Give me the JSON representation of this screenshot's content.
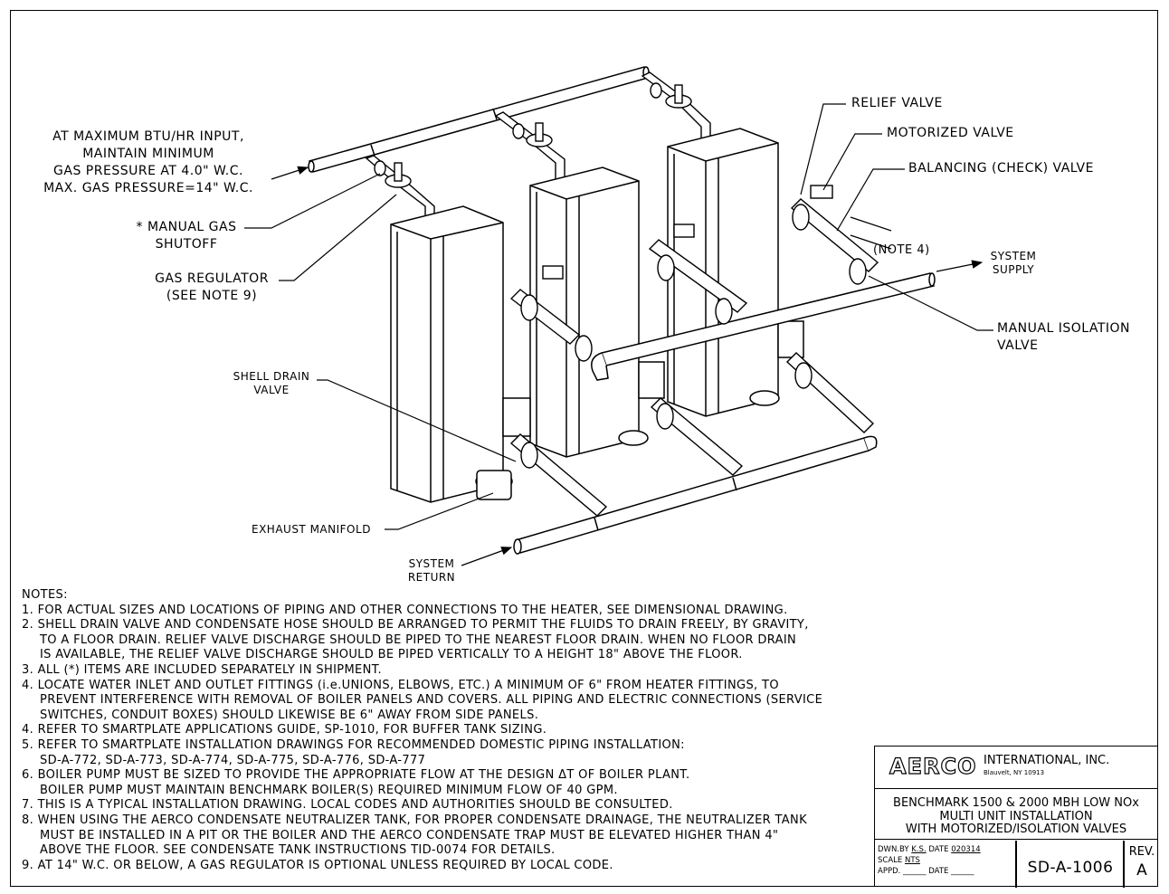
{
  "callouts": {
    "gas_pressure": [
      "AT MAXIMUM BTU/HR INPUT,",
      "MAINTAIN MINIMUM",
      "GAS PRESSURE AT 4.0\" W.C.",
      "MAX. GAS PRESSURE=14\" W.C."
    ],
    "manual_gas_shutoff": [
      "* MANUAL GAS",
      "SHUTOFF"
    ],
    "gas_regulator": [
      "GAS REGULATOR",
      "(SEE NOTE 9)"
    ],
    "shell_drain_valve": [
      "SHELL DRAIN",
      "VALVE"
    ],
    "exhaust_manifold": "EXHAUST MANIFOLD",
    "system_return": [
      "SYSTEM",
      "RETURN"
    ],
    "relief_valve": "RELIEF VALVE",
    "motorized_valve": "MOTORIZED VALVE",
    "balancing_valve": "BALANCING (CHECK) VALVE",
    "note4": "(NOTE 4)",
    "system_supply": [
      "SYSTEM",
      "SUPPLY"
    ],
    "manual_isolation_valve": [
      "MANUAL ISOLATION",
      "VALVE"
    ]
  },
  "notes": {
    "heading": "NOTES:",
    "lines": [
      "1. FOR ACTUAL SIZES AND LOCATIONS OF PIPING AND OTHER CONNECTIONS TO THE HEATER, SEE DIMENSIONAL DRAWING.",
      "2. SHELL DRAIN VALVE AND CONDENSATE HOSE SHOULD BE ARRANGED TO PERMIT THE FLUIDS TO DRAIN FREELY, BY GRAVITY,",
      "TO A FLOOR DRAIN. RELIEF VALVE DISCHARGE SHOULD BE PIPED TO THE NEAREST FLOOR DRAIN. WHEN NO FLOOR DRAIN",
      "IS AVAILABLE, THE RELIEF VALVE DISCHARGE SHOULD BE PIPED VERTICALLY TO A HEIGHT 18\" ABOVE THE FLOOR.",
      "3. ALL (*) ITEMS ARE INCLUDED SEPARATELY IN SHIPMENT.",
      "4. LOCATE WATER INLET AND OUTLET FITTINGS (i.e.UNIONS, ELBOWS, ETC.) A MINIMUM OF 6\" FROM HEATER FITTINGS, TO",
      "PREVENT INTERFERENCE WITH REMOVAL OF BOILER PANELS AND COVERS. ALL PIPING AND ELECTRIC CONNECTIONS (SERVICE",
      "SWITCHES, CONDUIT BOXES) SHOULD LIKEWISE BE 6\" AWAY FROM SIDE PANELS.",
      "4. REFER TO SMARTPLATE APPLICATIONS GUIDE, SP-1010, FOR BUFFER TANK SIZING.",
      "5. REFER TO SMARTPLATE INSTALLATION DRAWINGS FOR RECOMMENDED DOMESTIC PIPING INSTALLATION:",
      "SD-A-772, SD-A-773, SD-A-774, SD-A-775, SD-A-776, SD-A-777",
      "6. BOILER PUMP MUST BE SIZED TO PROVIDE THE APPROPRIATE FLOW AT THE DESIGN ΔT OF BOILER PLANT.",
      "BOILER PUMP MUST MAINTAIN BENCHMARK BOILER(S) REQUIRED MINIMUM FLOW OF 40 GPM.",
      "7. THIS IS A TYPICAL INSTALLATION DRAWING. LOCAL CODES AND AUTHORITIES SHOULD BE CONSULTED.",
      "8. WHEN USING THE AERCO CONDENSATE NEUTRALIZER TANK, FOR PROPER CONDENSATE DRAINAGE, THE NEUTRALIZER TANK",
      "MUST BE INSTALLED IN A PIT OR THE BOILER AND THE AERCO CONDENSATE TRAP MUST BE ELEVATED HIGHER THAN 4\"",
      "ABOVE THE FLOOR. SEE CONDENSATE TANK INSTRUCTIONS TID-0074 FOR DETAILS.",
      "9. AT 14\" W.C. OR BELOW, A GAS REGULATOR IS OPTIONAL UNLESS REQUIRED BY LOCAL CODE."
    ]
  },
  "title_block": {
    "logo": "AERCO",
    "company": "INTERNATIONAL, INC.",
    "location": "Blauvelt, NY 10913",
    "description": [
      "BENCHMARK 1500 & 2000 MBH LOW NOx",
      "MULTI UNIT INSTALLATION",
      "WITH MOTORIZED/ISOLATION VALVES"
    ],
    "drawn_by_label": "DWN.BY",
    "drawn_by": "K.S.",
    "date_label": "DATE",
    "date": "020314",
    "scale_label": "SCALE",
    "scale": "NTS",
    "approved_label": "APPD.",
    "approved_date_label": "DATE",
    "drawing_number": "SD-A-1006",
    "rev_label": "REV.",
    "rev": "A"
  }
}
